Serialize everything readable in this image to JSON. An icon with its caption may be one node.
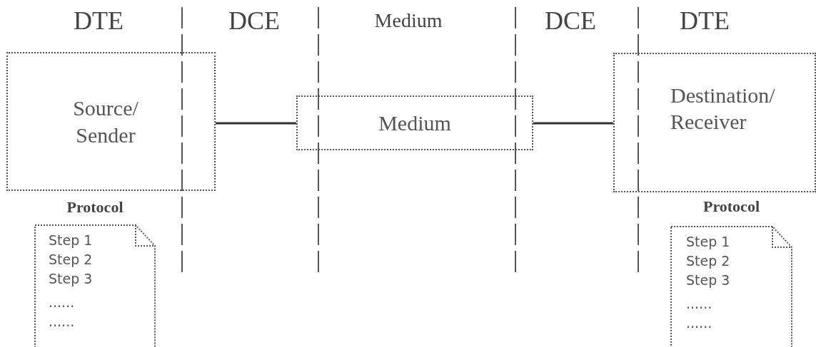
{
  "diagram": {
    "nodes": [
      {
        "text": [
          "Source/ Sender"
        ]
      },
      {
        "text": [
          "Medium"
        ]
      },
      {
        "text": [
          "Destination/ Receiver"
        ]
      },
      {
        "text": [
          "Protocol",
          "Step 1",
          "Step 2",
          "Step 3",
          "......",
          "......"
        ]
      },
      {
        "text": [
          "Protocol",
          "Step 1",
          "Step 2",
          "Step 3",
          "......",
          "......"
        ]
      }
    ],
    "edges": [
      {
        "from": 0,
        "to": 1,
        "arrow": "none"
      },
      {
        "from": 1,
        "to": 2,
        "arrow": "none"
      }
    ],
    "labels": [
      "DTE",
      "DCE",
      "Medium",
      "DCE",
      "DTE"
    ]
  }
}
